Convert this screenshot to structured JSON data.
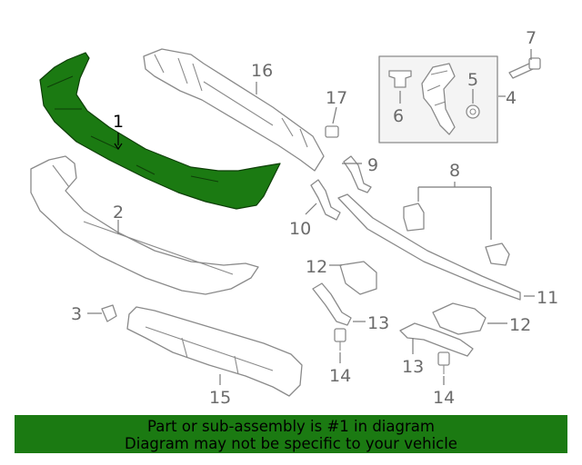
{
  "colors": {
    "highlight": "#1b7a12",
    "outline": "#8a8a8a",
    "callout_text": "#6b6b6b",
    "banner_bg": "#1b7a12"
  },
  "callouts": {
    "c1": "1",
    "c2": "2",
    "c3": "3",
    "c4": "4",
    "c5": "5",
    "c6": "6",
    "c7": "7",
    "c8": "8",
    "c9": "9",
    "c10": "10",
    "c11": "11",
    "c12a": "12",
    "c12b": "12",
    "c13a": "13",
    "c13b": "13",
    "c14a": "14",
    "c14b": "14",
    "c15": "15",
    "c16": "16",
    "c17": "17"
  },
  "highlighted_part": "1",
  "banner": {
    "line1": "Part or sub-assembly is #1 in diagram",
    "line2": "Diagram may not be specific to your vehicle"
  }
}
